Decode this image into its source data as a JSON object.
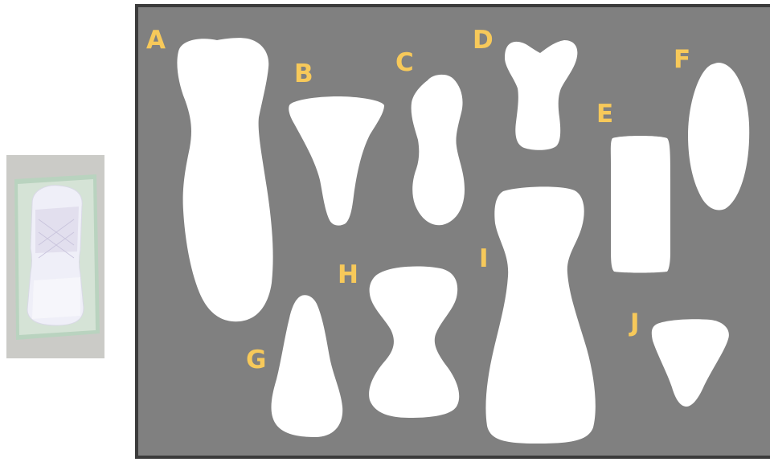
{
  "colors": {
    "board_background": "#808080",
    "board_border": "#3b3b3b",
    "shape_fill": "#ffffff",
    "label_color": "#f7c95a",
    "photo_background": "#c9c9c6",
    "pad_wrapper": "#b9d3bf",
    "pad_body": "#efeff8"
  },
  "photo": {
    "content": "photograph of a sanitary pad on its green wrapper"
  },
  "shapes": [
    {
      "label": "A"
    },
    {
      "label": "B"
    },
    {
      "label": "C"
    },
    {
      "label": "D"
    },
    {
      "label": "E"
    },
    {
      "label": "F"
    },
    {
      "label": "G"
    },
    {
      "label": "H"
    },
    {
      "label": "I"
    },
    {
      "label": "J"
    }
  ]
}
